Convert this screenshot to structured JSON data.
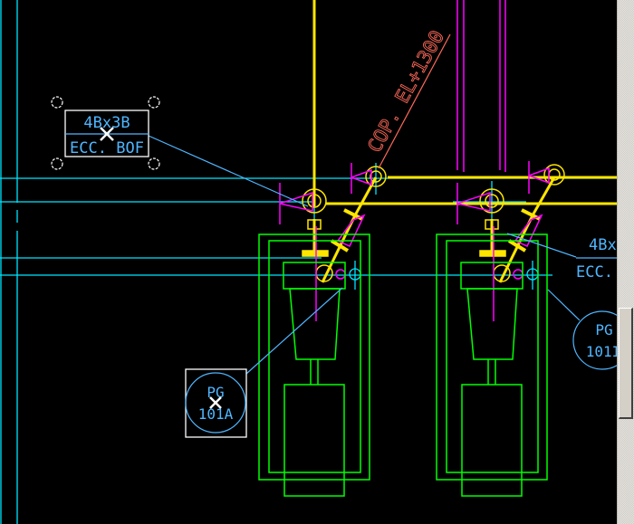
{
  "drawing": {
    "elevation_label": "COP. EL+1300",
    "reducer_tag_left": {
      "size": "4Bx3B",
      "type": "ECC. BOF"
    },
    "reducer_tag_right": {
      "size": "4Bx",
      "type": "ECC."
    },
    "instrument_tag_left": {
      "code": "PG",
      "number": "101A"
    },
    "instrument_tag_right": {
      "code": "PG",
      "number": "101I"
    }
  },
  "colors": {
    "pipe": "#ffe600",
    "equipment": "#00ff00",
    "centerline": "#00e5ff",
    "annotation": "#4fb6ff",
    "support": "#ff00ff",
    "elevation_text": "#ff6a5a",
    "selection": "#ffffff"
  },
  "scrollbar": {
    "position_fraction": 0.59
  }
}
